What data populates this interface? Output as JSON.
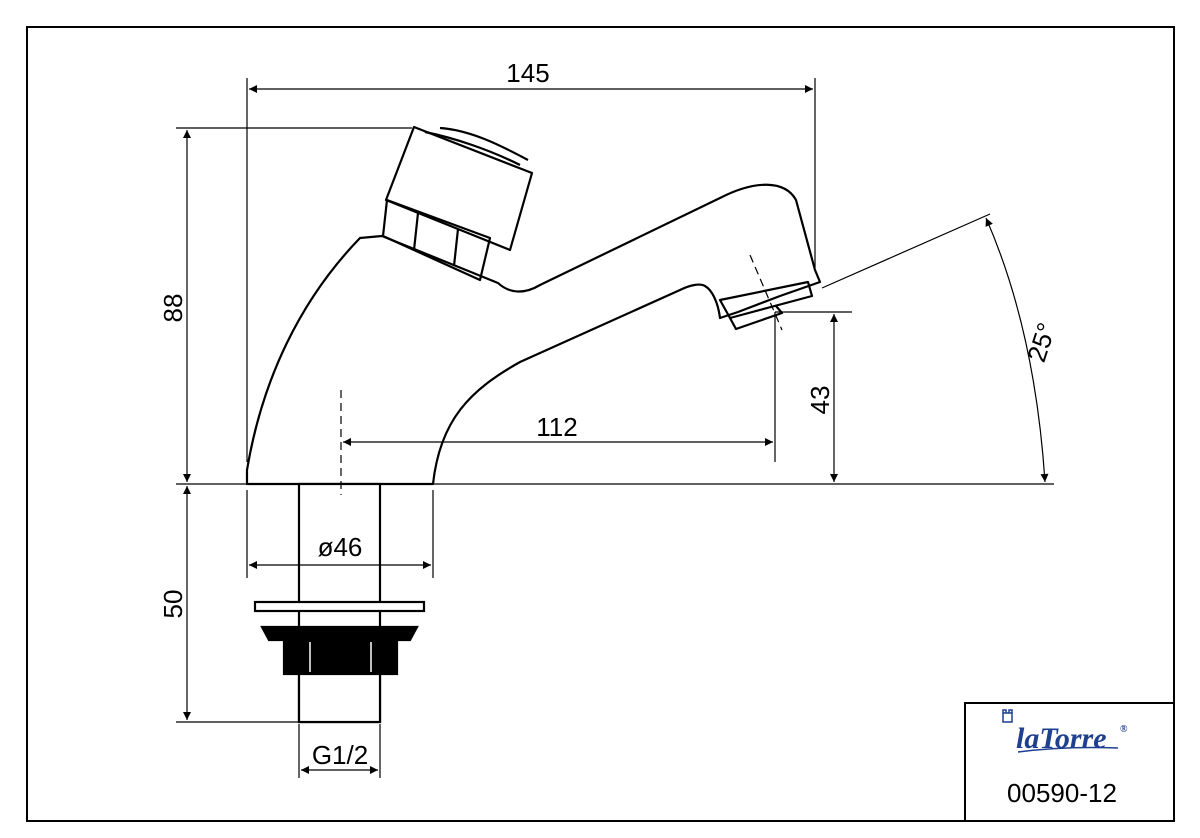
{
  "dimensions": {
    "width_overall": "145",
    "height_body": "88",
    "spout_reach": "112",
    "spout_height": "43",
    "base_diameter": "ø46",
    "shank_length": "50",
    "thread": "G1/2",
    "angle": "25°"
  },
  "title_block": {
    "brand": "laTorre",
    "registered_mark": "®",
    "part_number": "00590-12"
  },
  "colors": {
    "line": "#000000",
    "brand": "#1f3f8f"
  }
}
